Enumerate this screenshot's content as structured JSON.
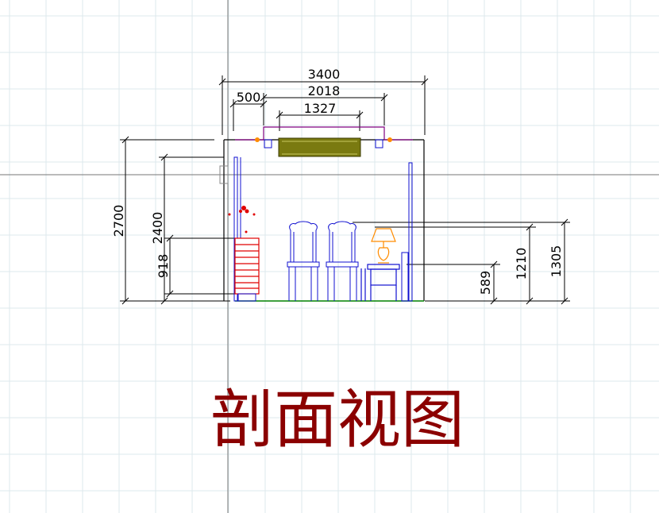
{
  "title": "剖面视图",
  "dimensions": {
    "top_overall": "3400",
    "top_inner": "2018",
    "top_offset": "500",
    "top_chandelier": "1327",
    "left_height": "2700",
    "left_door": "2400",
    "left_cabinet": "918",
    "right_table": "589",
    "right_lamp": "1210",
    "right_overall": "1305"
  },
  "colors": {
    "grid": "#dde8ec",
    "crosshair": "#777777",
    "dimension": "#000000",
    "wall": "#000000",
    "furniture": "#1010d0",
    "cabinet": "#e00000",
    "ceiling": "#800080",
    "chandelier": "#7a7a10",
    "lamp": "#ff8c00",
    "floor": "#008000",
    "title": "#8b0000"
  }
}
